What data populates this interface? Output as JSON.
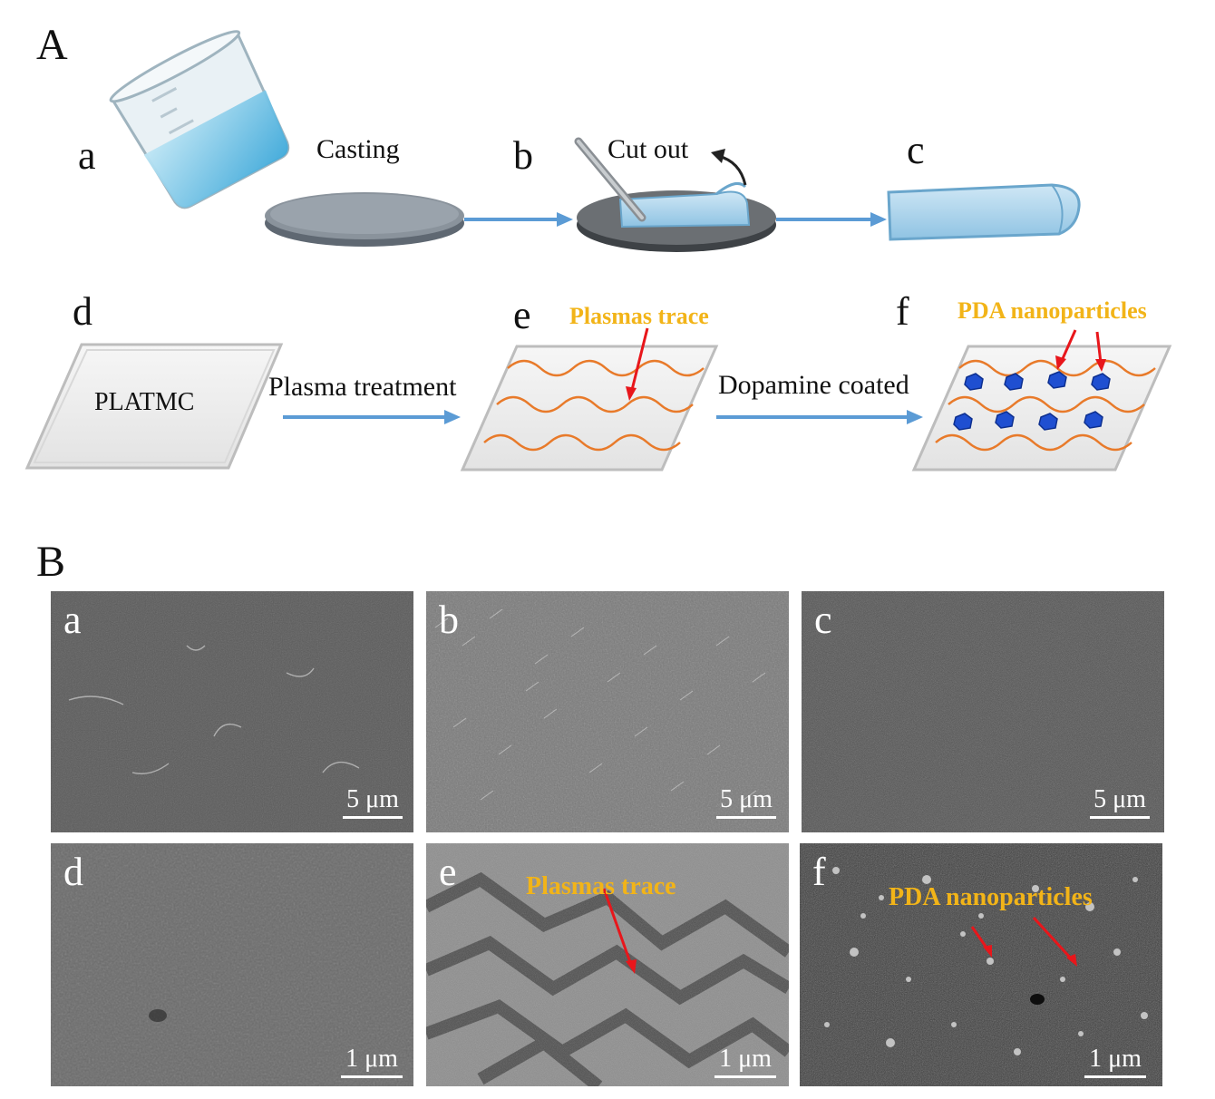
{
  "panel_a": {
    "label": "A",
    "steps": {
      "a": "a",
      "b": "b",
      "c": "c",
      "d": "d",
      "e": "e",
      "f": "f"
    },
    "casting": "Casting",
    "cut_out": "Cut out",
    "platmc": "PLATMC",
    "plasma_treatment": "Plasma treatment",
    "dopamine_coated": "Dopamine coated",
    "plasmas_trace": "Plasmas trace",
    "pda_nanoparticles": "PDA nanoparticles",
    "colors": {
      "arrow": "#5b9bd5",
      "wave": "#e87a2a",
      "particle": "#1f4fd1",
      "label": "#f2b418",
      "pointer": "#e8161b"
    }
  },
  "panel_b": {
    "label": "B",
    "images": [
      {
        "letter": "a",
        "scale": "5 μm"
      },
      {
        "letter": "b",
        "scale": "5 μm"
      },
      {
        "letter": "c",
        "scale": "5 μm"
      },
      {
        "letter": "d",
        "scale": "1 μm"
      },
      {
        "letter": "e",
        "scale": "1 μm",
        "annotation": "Plasmas trace"
      },
      {
        "letter": "f",
        "scale": "1 μm",
        "annotation": "PDA nanoparticles"
      }
    ]
  }
}
